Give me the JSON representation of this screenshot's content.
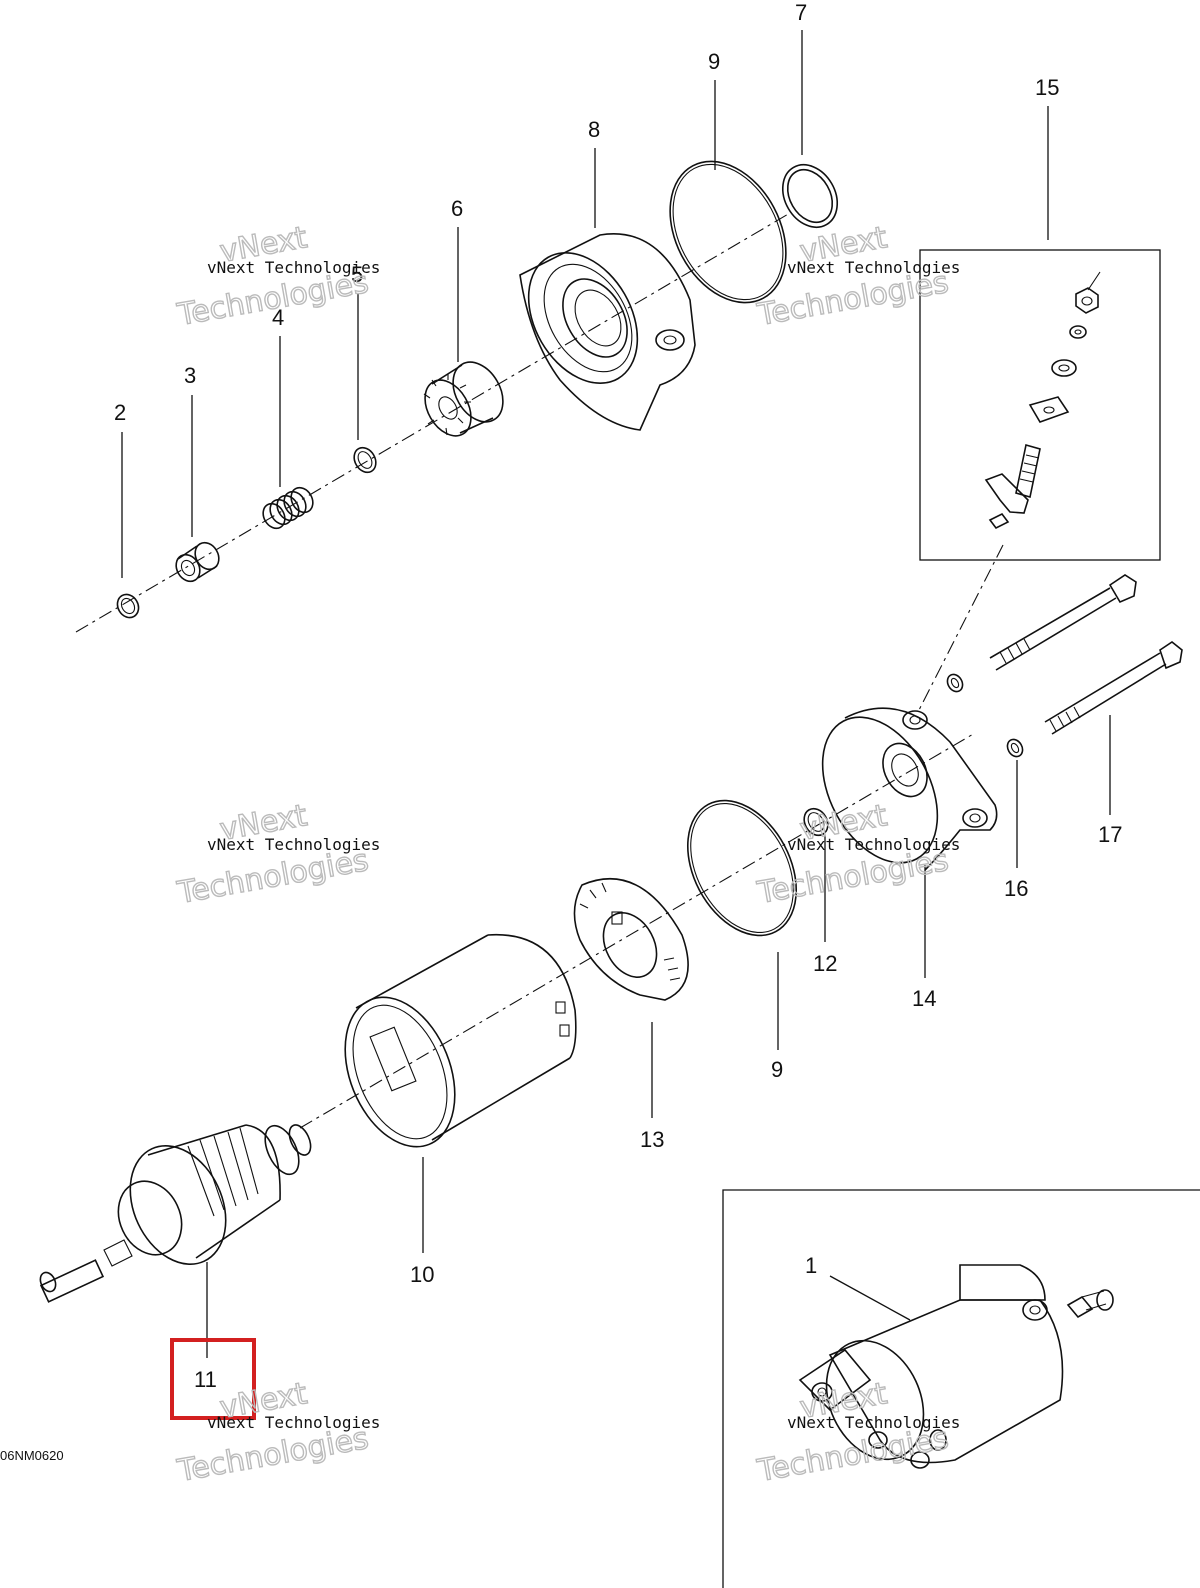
{
  "callouts": [
    {
      "id": "1",
      "text": "1"
    },
    {
      "id": "2",
      "text": "2"
    },
    {
      "id": "3",
      "text": "3"
    },
    {
      "id": "4",
      "text": "4"
    },
    {
      "id": "5",
      "text": "5"
    },
    {
      "id": "6",
      "text": "6"
    },
    {
      "id": "7",
      "text": "7"
    },
    {
      "id": "8",
      "text": "8"
    },
    {
      "id": "9a",
      "text": "9"
    },
    {
      "id": "9b",
      "text": "9"
    },
    {
      "id": "10",
      "text": "10"
    },
    {
      "id": "11",
      "text": "11"
    },
    {
      "id": "12",
      "text": "12"
    },
    {
      "id": "13",
      "text": "13"
    },
    {
      "id": "14",
      "text": "14"
    },
    {
      "id": "15",
      "text": "15"
    },
    {
      "id": "16",
      "text": "16"
    },
    {
      "id": "17",
      "text": "17"
    }
  ],
  "drawing_code": "06NM0620",
  "watermark": {
    "line1": "vNext Technologies",
    "line2": "vNext",
    "line3": "Technologies"
  },
  "highlight": {
    "target_callout": "11",
    "color": "#d32020"
  }
}
